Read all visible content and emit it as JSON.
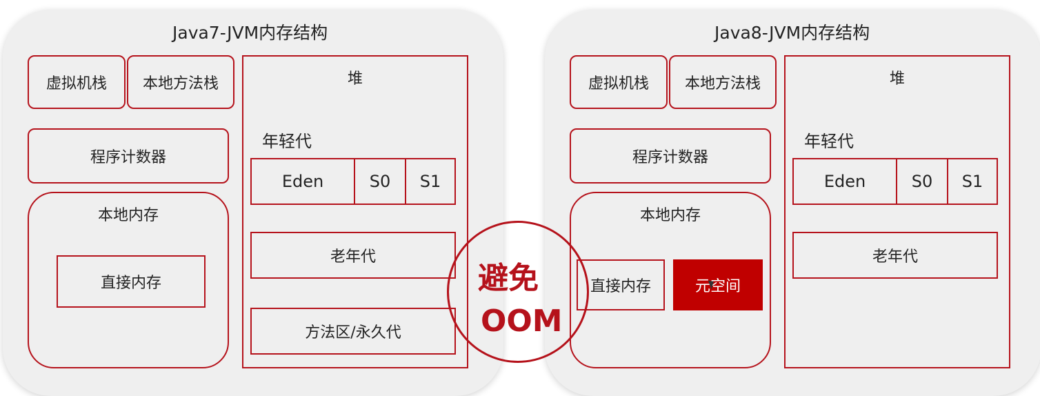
{
  "left": {
    "title": "Java7-JVM内存结构",
    "vm_stack": "虚拟机栈",
    "native_method_stack": "本地方法栈",
    "program_counter": "程序计数器",
    "native_memory": "本地内存",
    "direct_memory": "直接内存",
    "heap": "堆",
    "young_gen": "年轻代",
    "eden": "Eden",
    "s0": "S0",
    "s1": "S1",
    "old_gen": "老年代",
    "method_area": "方法区/永久代"
  },
  "right": {
    "title": "Java8-JVM内存结构",
    "vm_stack": "虚拟机栈",
    "native_method_stack": "本地方法栈",
    "program_counter": "程序计数器",
    "native_memory": "本地内存",
    "direct_memory": "直接内存",
    "metaspace": "元空间",
    "heap": "堆",
    "young_gen": "年轻代",
    "eden": "Eden",
    "s0": "S0",
    "s1": "S1",
    "old_gen": "老年代"
  },
  "center": {
    "avoid": "避免",
    "oom": "OOM"
  },
  "colors": {
    "accent": "#b5121b",
    "metaspace_fill": "#c00000",
    "panel_bg": "#efefef"
  }
}
